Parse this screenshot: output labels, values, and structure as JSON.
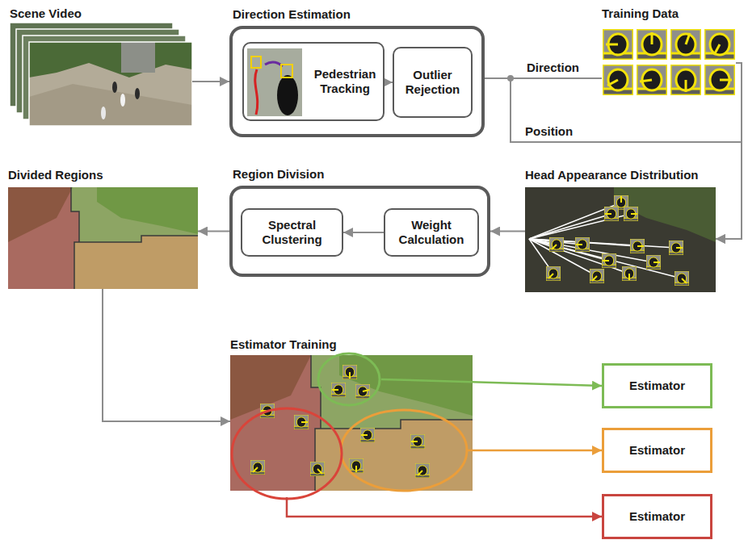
{
  "diagram": {
    "nodes": [
      {
        "text": [
          "Scene Video"
        ]
      },
      {
        "text": [
          "Direction Estimation"
        ]
      },
      {
        "text": [
          "Pedestrian Tracking"
        ],
        "in": 1
      },
      {
        "text": [
          "Outlier Rejection"
        ],
        "in": 1
      },
      {
        "text": [
          "Training Data"
        ]
      },
      {
        "text": [
          "Divided Regions"
        ]
      },
      {
        "text": [
          "Region Division"
        ]
      },
      {
        "text": [
          "Spectral Clustering"
        ],
        "in": 6
      },
      {
        "text": [
          "Weight Calculation"
        ],
        "in": 6
      },
      {
        "text": [
          "Head Appearance Distribution"
        ]
      },
      {
        "text": [
          "Estimator Training"
        ]
      },
      {
        "text": [
          "Estimator"
        ]
      },
      {
        "text": [
          "Estimator"
        ]
      },
      {
        "text": [
          "Estimator"
        ]
      }
    ],
    "edges": [
      {
        "from": 0,
        "to": 1,
        "arrow": "to"
      },
      {
        "from": 2,
        "to": 3,
        "arrow": "to"
      },
      {
        "from": 1,
        "to": 4,
        "label": "Direction",
        "arrow": "none"
      },
      {
        "from": 4,
        "to": 9,
        "arrow": "to"
      },
      {
        "from": 1,
        "to": 9,
        "label": "Position",
        "arrow": "to"
      },
      {
        "from": 9,
        "to": 6,
        "arrow": "to"
      },
      {
        "from": 8,
        "to": 7,
        "arrow": "to"
      },
      {
        "from": 6,
        "to": 5,
        "arrow": "to"
      },
      {
        "from": 5,
        "to": 10,
        "arrow": "to"
      },
      {
        "from": 10,
        "to": 11,
        "arrow": "to"
      },
      {
        "from": 10,
        "to": 12,
        "arrow": "to"
      },
      {
        "from": 10,
        "to": 13,
        "arrow": "to"
      }
    ]
  }
}
